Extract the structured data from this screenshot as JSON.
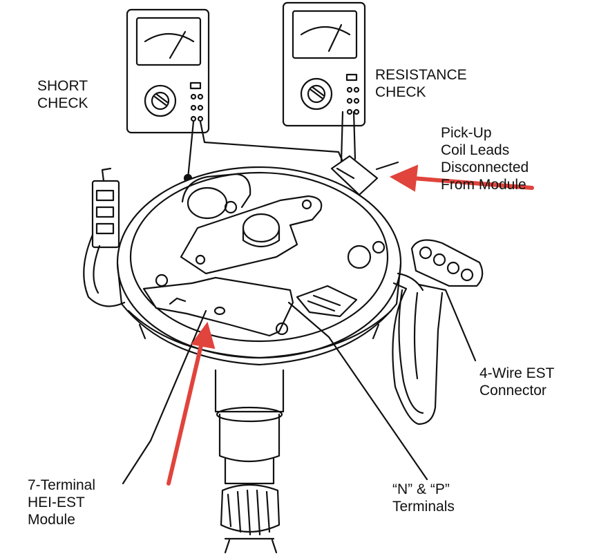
{
  "labels": {
    "short_check": [
      "SHORT",
      "CHECK"
    ],
    "resistance_check": [
      "RESISTANCE",
      "CHECK"
    ],
    "pickup_coil": [
      "Pick-Up",
      "Coil Leads",
      "Disconnected",
      "From Module"
    ],
    "wire_connector": [
      "4-Wire EST",
      "Connector"
    ],
    "module": [
      "7-Terminal",
      "HEI-EST",
      "Module"
    ],
    "terminals": [
      "“N” & “P”",
      "Terminals"
    ]
  },
  "colors": {
    "ink": "#111111",
    "arrow": "#e0443c",
    "meter_face": "#ffffff"
  },
  "icons": [
    "ohmmeter-icon",
    "distributor-illustration",
    "arrow-icon"
  ]
}
